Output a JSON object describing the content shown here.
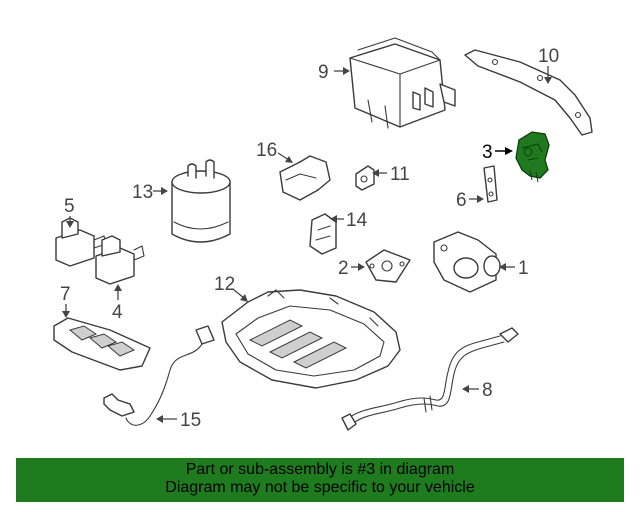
{
  "diagram": {
    "callouts": [
      "1",
      "2",
      "3",
      "4",
      "5",
      "6",
      "7",
      "8",
      "9",
      "10",
      "11",
      "12",
      "13",
      "14",
      "15",
      "16"
    ],
    "highlighted_callout": "3",
    "highlight_color": "#1f7a1f",
    "line_color": "#3a3a3a"
  },
  "banner": {
    "line1": "Part or sub-assembly is #3 in diagram",
    "line2": "Diagram may not be specific to your vehicle",
    "background": "#1e7b1e"
  }
}
